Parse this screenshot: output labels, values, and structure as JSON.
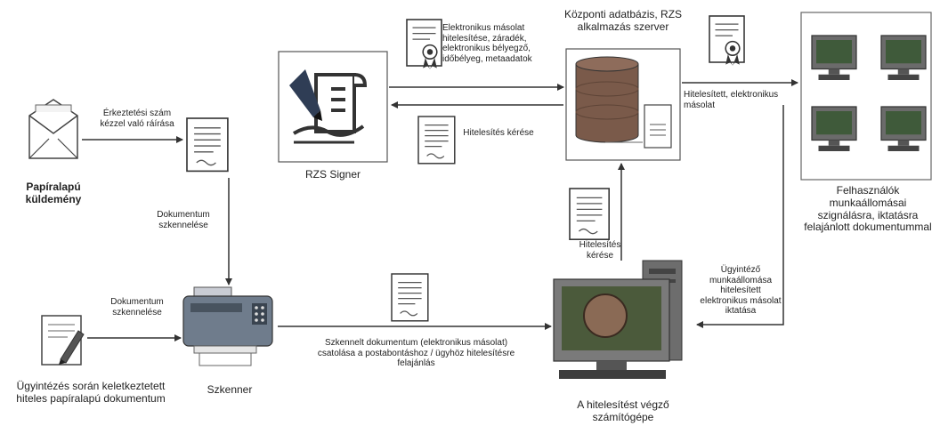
{
  "nodes": {
    "envelope_label": "Papíralapú küldemény",
    "scanner_label": "Szkenner",
    "handwritten_doc_label": "Ügyintézés során keletkeztetett hiteles papíralapú dokumentum",
    "signer_label": "RZS Signer",
    "server_label": "Központi adatbázis, RZS alkalmazás szerver",
    "workstation_label": "A hitelesítést végző számítógépe",
    "users_label": "Felhasználók munkaállomásai szignálásra, iktatásra felajánlott dokumentummal"
  },
  "edges": {
    "register_number": "Érkeztetési szám kézzel való ráírása",
    "scan_doc_1": "Dokumentum szkennelése",
    "scan_doc_2": "Dokumentum szkennelése",
    "server_signer_services": "Elektronikus másolat hitelesítése, záradék, elektronikus bélyegző, időbélyeg, metaadatok",
    "auth_request_1": "Hitelesítés kérése",
    "auth_request_2": "Hitelesítés kérése",
    "authenticated_copy": "Hitelesített, elektronikus másolat",
    "clerk_workstation_filing": "Ügyintéző munkaállomása hitelesített elektronikus másolat iktatása",
    "scanned_doc_attach": "Szkennelt dokumentum (elektronikus másolat) csatolása a postabontáshoz / ügyhöz hitelesítésre felajánlás"
  },
  "icons": [
    "envelope-icon",
    "document-icon",
    "scanner-icon",
    "handwriting-icon",
    "signer-icon",
    "certificate-icon",
    "database-server-icon",
    "computer-icon",
    "monitor-icon"
  ],
  "colors": {
    "line": "#333333",
    "monitor_frame": "#777777",
    "screen": "#4a5a3a",
    "database": "#7a5a4a",
    "scanner": "#6a7a8a"
  }
}
